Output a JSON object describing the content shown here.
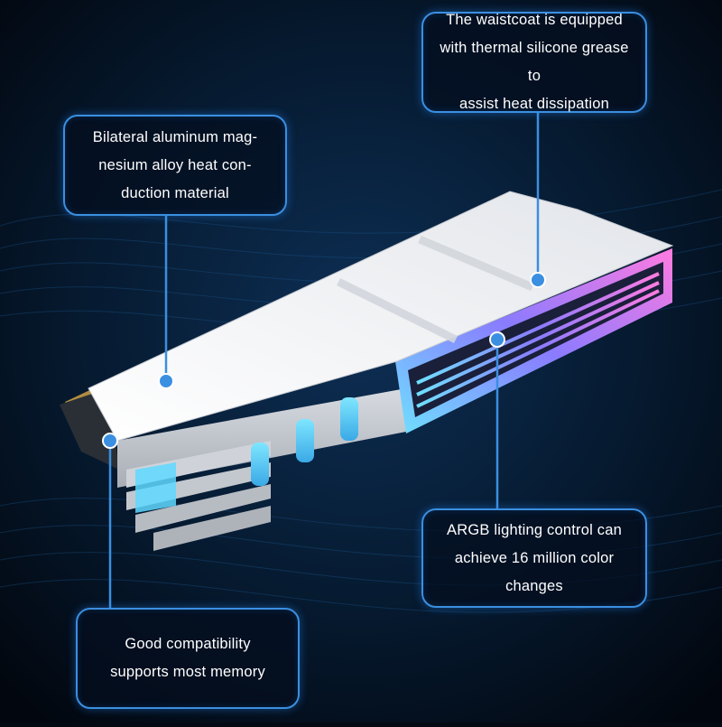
{
  "colors": {
    "background": "#030a14",
    "accent": "#3b8fe0",
    "heatsink": "#eef0f3",
    "argb_glow": [
      "#6fe0ff",
      "#8a7bff",
      "#ff7be0"
    ]
  },
  "callouts": {
    "waistcoat": "The waistcoat is equipped\nwith thermal silicone grease to\nassist heat dissipation",
    "alloy": "Bilateral aluminum mag-\nnesium alloy heat con-\nduction material",
    "argb": "ARGB lighting control can\nachieve 16 million color\nchanges",
    "compatibility": "Good compatibility\nsupports most memory"
  }
}
